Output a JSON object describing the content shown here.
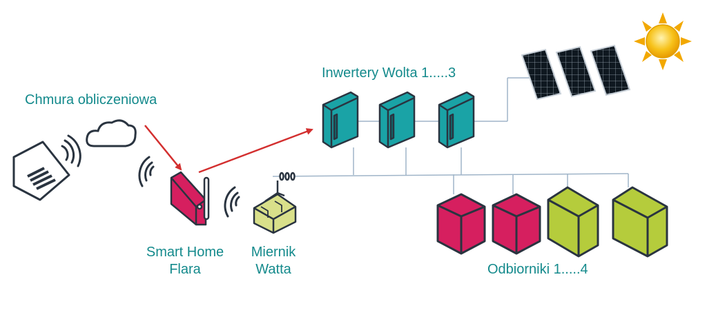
{
  "labels": {
    "cloud": "Chmura obliczeniowa",
    "inverters": "Inwertery Wolta 1.....3",
    "smart_home_line1": "Smart Home",
    "smart_home_line2": "Flara",
    "meter_line1": "Miernik",
    "meter_line2": "Watta",
    "loads": "Odbiorniki 1.....4"
  },
  "colors": {
    "text": "#148a8c",
    "inverter": "#1aa3a6",
    "load_magenta": "#d61f5f",
    "load_green": "#b5cc3c",
    "meter": "#d9e08a",
    "arrow": "#d32f2f",
    "wire": "#9fb4c8",
    "panel": "#101820",
    "sun": "#f5b400"
  },
  "icons": [
    "laptop-icon",
    "cloud-icon",
    "wifi-icon",
    "router-icon",
    "meter-icon",
    "inverter-icon",
    "solar-panel-icon",
    "sun-icon",
    "load-box-icon"
  ]
}
